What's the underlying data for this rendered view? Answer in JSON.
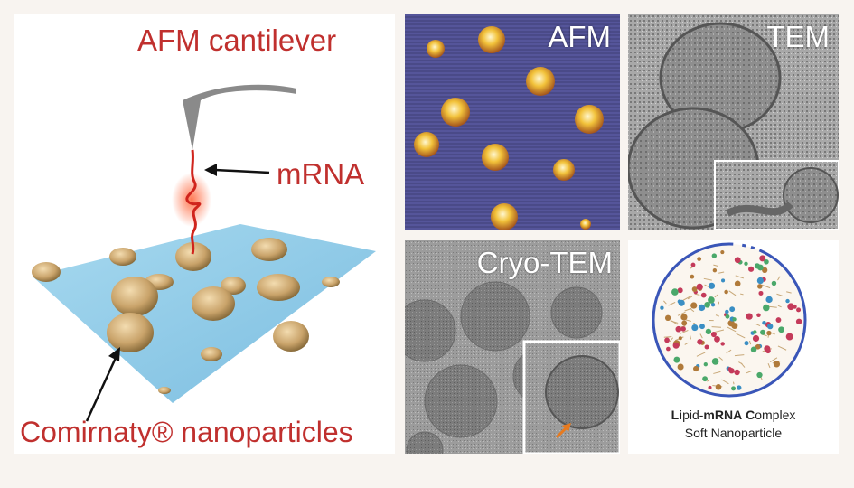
{
  "left": {
    "cantilever_label": "AFM cantilever",
    "mrna_label": "mRNA",
    "nanoparticles_label": "Comirnaty® nanoparticles"
  },
  "panels": {
    "afm_label": "AFM",
    "tem_label": "TEM",
    "cryo_label": "Cryo-TEM"
  },
  "lnc": {
    "line1_b1": "Li",
    "line1_n1": "pid-",
    "line1_b2": "m",
    "line1_b3": "RNA",
    "line1_n2": " ",
    "line1_b4": "C",
    "line1_n3": "omplex",
    "line2": "Soft Nanoparticle"
  },
  "colors": {
    "red_text": "#c0302e",
    "surface": "#8ecbe8",
    "particle": "#c9a36a",
    "afm_bg": "#4e4e8e",
    "afm_particle": "#f2c23a"
  }
}
